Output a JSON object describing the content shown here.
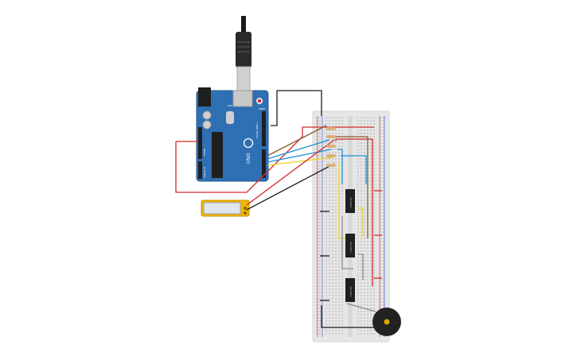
{
  "board": {
    "brand_logo_text": "UNO",
    "reset_label": "RESET",
    "icsp_label": "ICSP",
    "digital_label": "DIGITAL (PWM~)",
    "analog_label": "ANALOG IN",
    "power_label": "POWER"
  },
  "ics": [
    {
      "label": "74HC595"
    },
    {
      "label": "74HC595"
    },
    {
      "label": "74HC595"
    }
  ],
  "colors": {
    "board_blue": "#2f6fb3",
    "breadboard": "#e6e6e6",
    "wire_red": "#d42a2a",
    "wire_black": "#1c1c1c",
    "wire_blue": "#1e8fd6",
    "wire_yellow": "#f2d21f",
    "wire_brown": "#8a5a2b",
    "wire_orange": "#e08a1e",
    "wire_gray": "#8a8a8a",
    "lcd_frame": "#f0b400",
    "lcd_screen": "#dfe6ee",
    "buzzer": "#222222"
  }
}
